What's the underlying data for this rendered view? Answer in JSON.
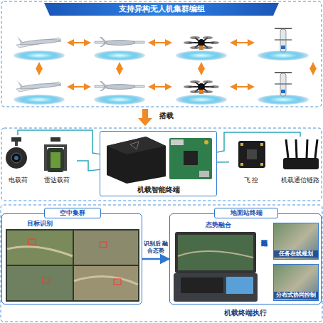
{
  "diagram": {
    "title": "支持异构无人机集群编组",
    "nodes": [
      {
        "text": [
          "电载荷"
        ]
      },
      {
        "text": [
          "雷达载荷"
        ]
      },
      {
        "text": [
          "机载智能终端"
        ]
      },
      {
        "text": [
          "飞 控"
        ]
      },
      {
        "text": [
          "机载通信链路"
        ]
      },
      {
        "text": [
          "空中集群",
          "目标识别"
        ]
      },
      {
        "text": [
          "地面站终端",
          "态势融合"
        ]
      },
      {
        "text": [
          "任务在线规划"
        ],
        "in": 6
      },
      {
        "text": [
          "分布式协同控制"
        ],
        "in": 6
      }
    ],
    "edges": [
      {
        "from": 0,
        "to": 2,
        "arrow": "none"
      },
      {
        "from": 1,
        "to": 2,
        "arrow": "none"
      },
      {
        "from": 3,
        "to": 2,
        "arrow": "none"
      },
      {
        "from": 4,
        "to": 2,
        "arrow": "none"
      },
      {
        "from": 5,
        "to": 6,
        "label": "识别后 融合态势",
        "arrow": "to"
      }
    ],
    "labels": [
      "搭载",
      "地面站界面",
      "机载终端执行"
    ]
  }
}
